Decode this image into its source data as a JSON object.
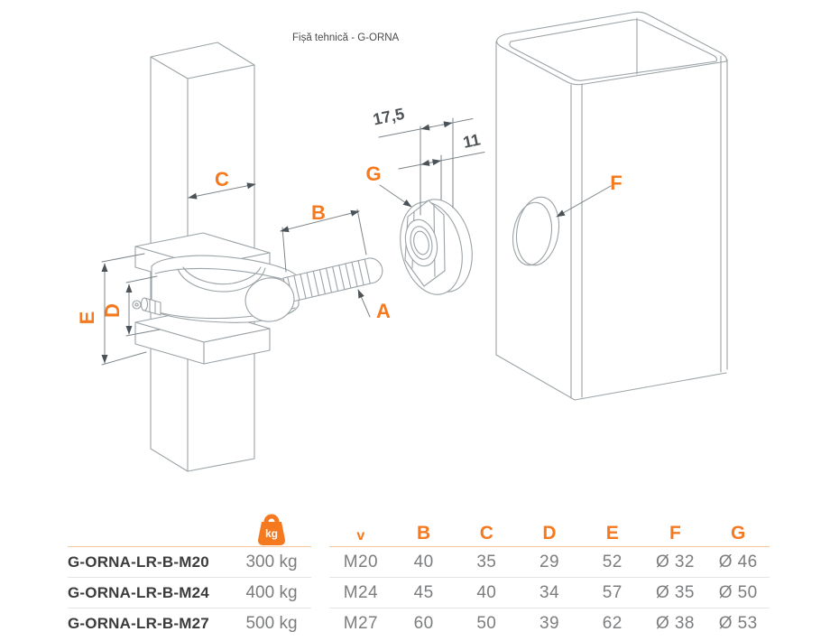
{
  "title": "Fișă tehnică - G-ORNA",
  "drawing": {
    "part_labels": {
      "A": "A",
      "B": "B",
      "C": "C",
      "D": "D",
      "E": "E",
      "F": "F",
      "G": "G"
    },
    "dimensions": {
      "nut_total_width": "17,5",
      "nut_hex_width": "11"
    }
  },
  "table": {
    "weight_icon_label": "kg",
    "headers": {
      "thread": "v",
      "B": "B",
      "C": "C",
      "D": "D",
      "E": "E",
      "F": "F",
      "G": "G"
    },
    "rows": [
      {
        "name": "G-ORNA-LR-B-M20",
        "capacity": "300 kg",
        "thread": "M20",
        "B": "40",
        "C": "35",
        "D": "29",
        "E": "52",
        "F": "Ø 32",
        "G": "Ø 46"
      },
      {
        "name": "G-ORNA-LR-B-M24",
        "capacity": "400 kg",
        "thread": "M24",
        "B": "45",
        "C": "40",
        "D": "34",
        "E": "57",
        "F": "Ø 35",
        "G": "Ø 50"
      },
      {
        "name": "G-ORNA-LR-B-M27",
        "capacity": "500 kg",
        "thread": "M27",
        "B": "60",
        "C": "50",
        "D": "39",
        "E": "62",
        "F": "Ø 38",
        "G": "Ø 53"
      }
    ]
  },
  "colors": {
    "accent": "#F4791F",
    "part_line": "#9BA3A7",
    "dim_line": "#7D858A",
    "text_dark": "#3B3B3B",
    "text_gray": "#7B7D7F",
    "header_rule": "#F6C79C",
    "row_rule": "#E4E4E4"
  }
}
